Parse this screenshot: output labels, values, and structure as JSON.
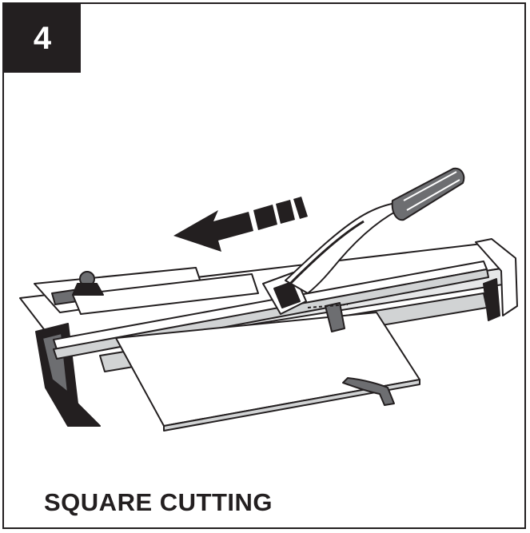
{
  "step": {
    "number": "4"
  },
  "caption": {
    "title": "SQUARE CUTTING"
  },
  "illustration": {
    "subject": "manual-tile-cutter-icon",
    "arrow_direction": "left"
  },
  "colors": {
    "ink": "#231f20",
    "paper": "#ffffff",
    "mid_gray": "#6d6e71"
  }
}
